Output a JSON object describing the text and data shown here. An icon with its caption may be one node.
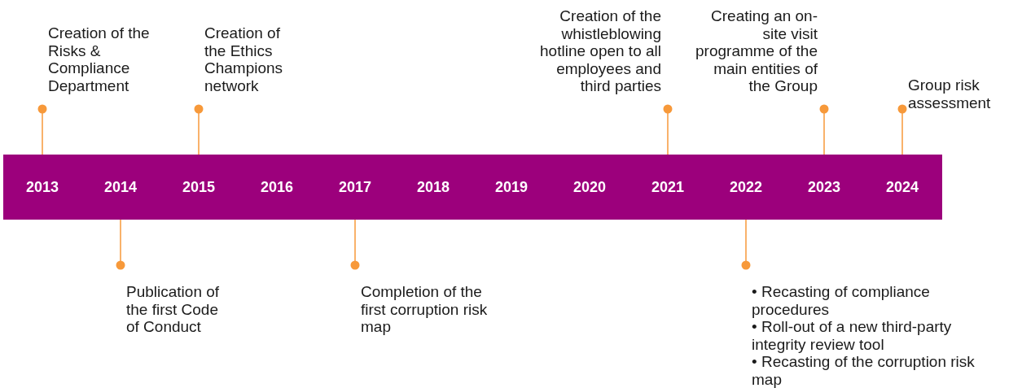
{
  "diagram": {
    "nodes": [
      {
        "text": [
          "Creation of the Risks & Compliance Department"
        ]
      },
      {
        "text": [
          "Creation of the Ethics Champions network"
        ]
      },
      {
        "text": [
          "Creation of the whistleblowing hotline open to all employees and third parties"
        ]
      },
      {
        "text": [
          "Creating an on-site visit programme of the main entities of the Group"
        ]
      },
      {
        "text": [
          "Group risk assessment"
        ]
      },
      {
        "text": [],
        "shape": "bar"
      },
      {
        "text": [
          "2013"
        ],
        "in": 5
      },
      {
        "text": [
          "2014"
        ],
        "in": 5
      },
      {
        "text": [
          "2015"
        ],
        "in": 5
      },
      {
        "text": [
          "2016"
        ],
        "in": 5
      },
      {
        "text": [
          "2017"
        ],
        "in": 5
      },
      {
        "text": [
          "2018"
        ],
        "in": 5
      },
      {
        "text": [
          "2019"
        ],
        "in": 5
      },
      {
        "text": [
          "2020"
        ],
        "in": 5
      },
      {
        "text": [
          "2021"
        ],
        "in": 5
      },
      {
        "text": [
          "2022"
        ],
        "in": 5
      },
      {
        "text": [
          "2023"
        ],
        "in": 5
      },
      {
        "text": [
          "2024"
        ],
        "in": 5
      },
      {
        "text": [
          "Publication of the first Code of Conduct"
        ]
      },
      {
        "text": [
          "Completion of the first corruption risk map"
        ]
      },
      {
        "text": [
          "• Recasting of compliance procedures",
          "• Roll-out of a new third-party integrity review tool",
          "• Recasting of the corruption risk map"
        ]
      }
    ],
    "edges": [
      {
        "from": 0,
        "to": 6,
        "arrow": "other"
      },
      {
        "from": 1,
        "to": 8,
        "arrow": "other"
      },
      {
        "from": 2,
        "to": 14,
        "arrow": "other"
      },
      {
        "from": 3,
        "to": 16,
        "arrow": "other"
      },
      {
        "from": 4,
        "to": 17,
        "arrow": "other"
      },
      {
        "from": 18,
        "to": 7,
        "arrow": "other"
      },
      {
        "from": 19,
        "to": 10,
        "arrow": "other"
      },
      {
        "from": 20,
        "to": 15,
        "arrow": "other"
      }
    ]
  }
}
